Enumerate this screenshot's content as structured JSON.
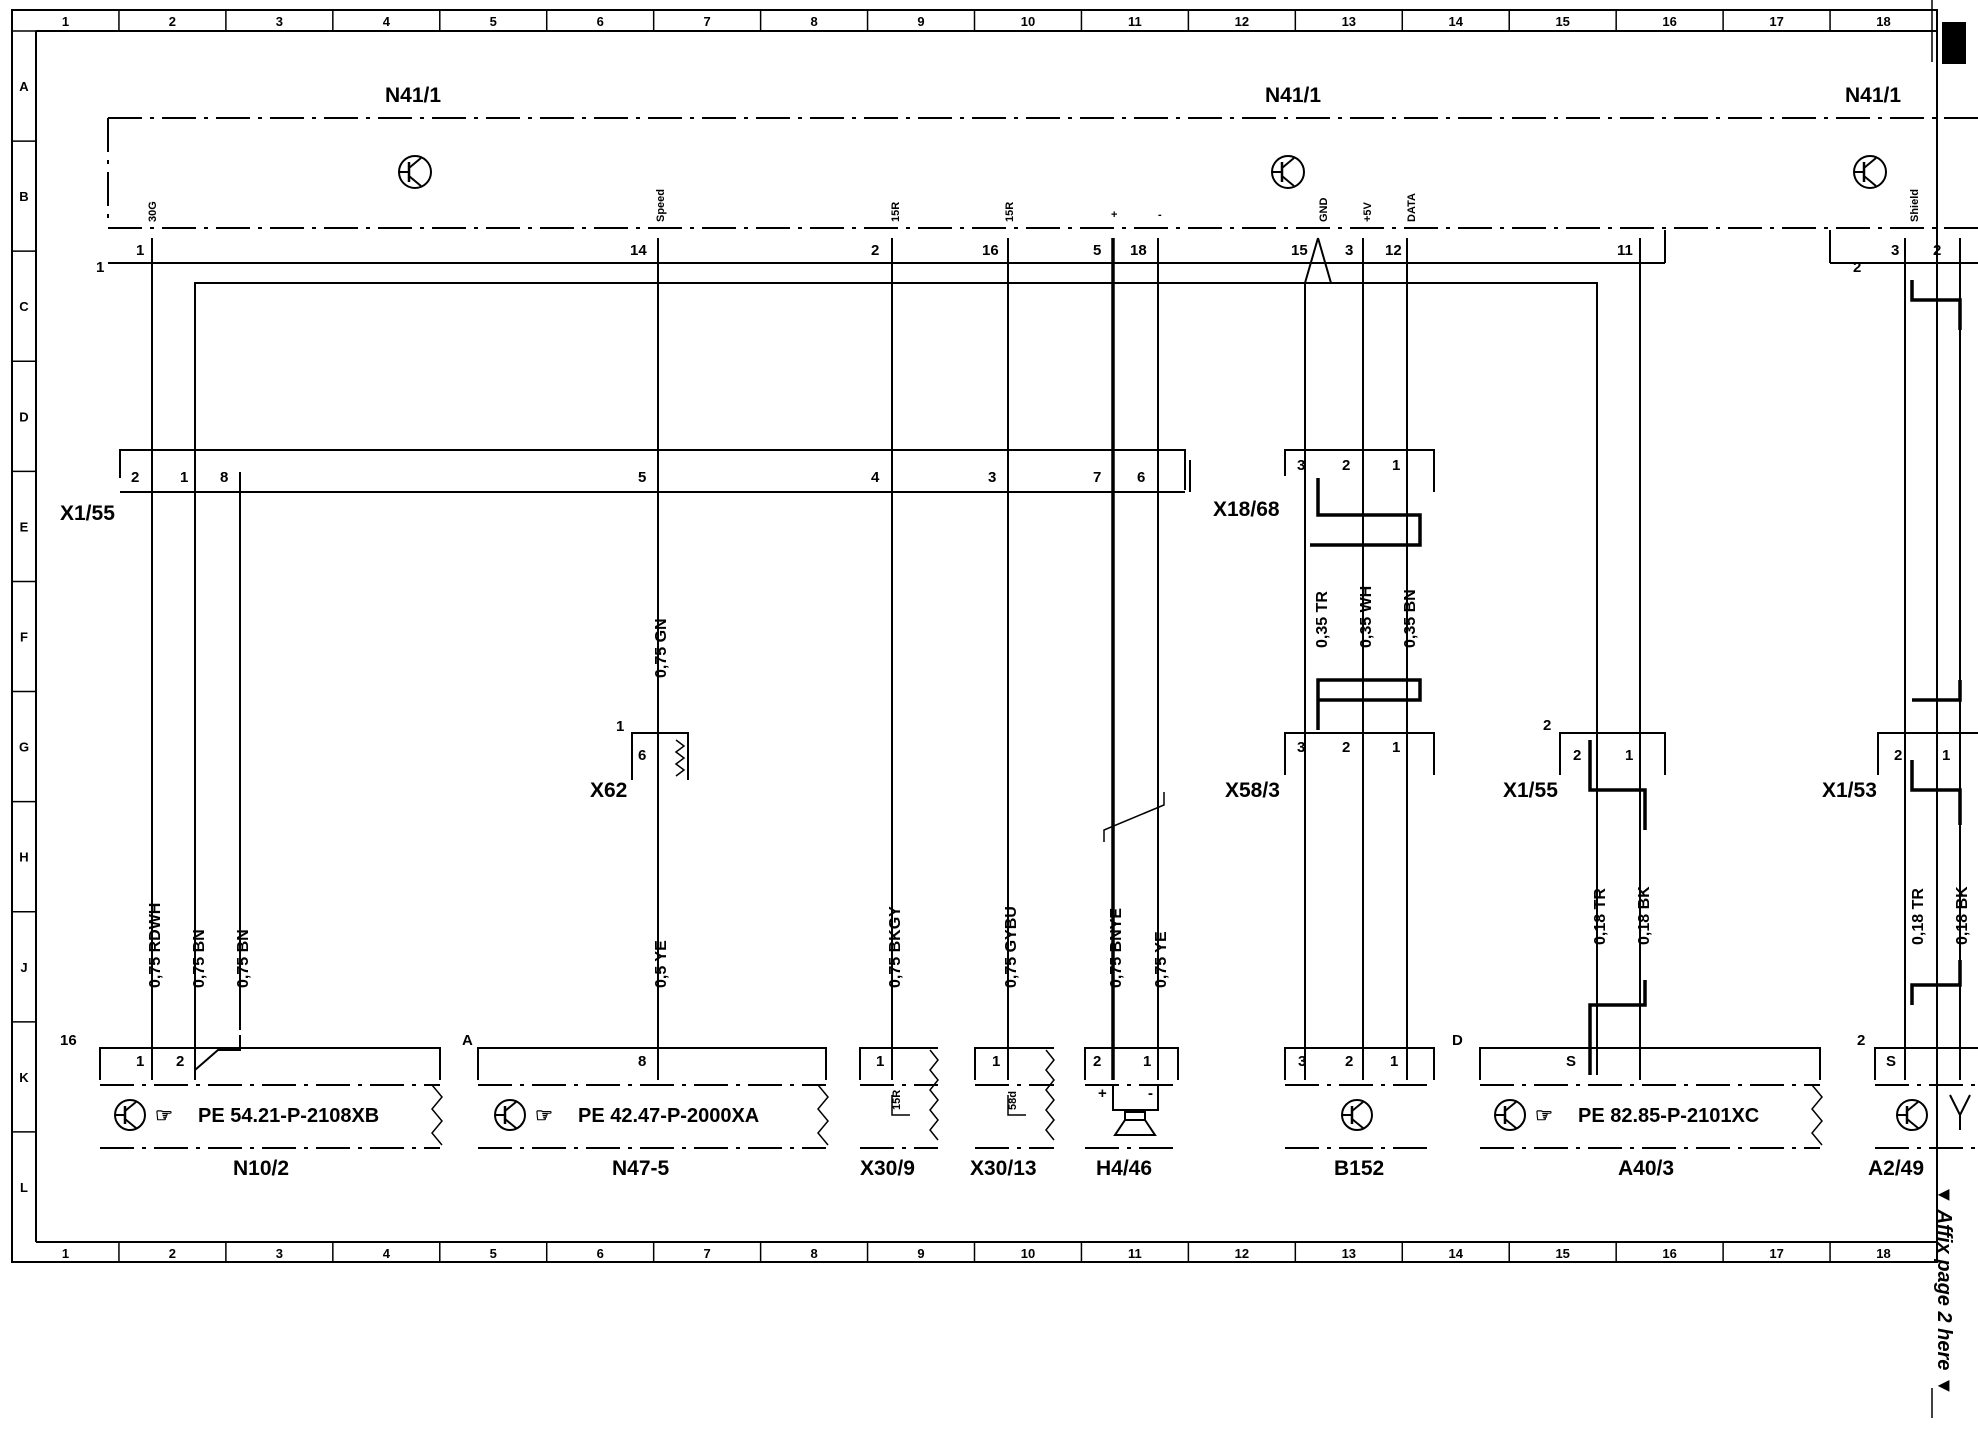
{
  "ruler": {
    "columns": [
      "1",
      "2",
      "3",
      "4",
      "5",
      "6",
      "7",
      "8",
      "9",
      "10",
      "11",
      "12",
      "13",
      "14",
      "15",
      "16",
      "17",
      "18"
    ],
    "rows": [
      "A",
      "B",
      "C",
      "D",
      "E",
      "F",
      "G",
      "H",
      "J",
      "K",
      "L"
    ]
  },
  "module": {
    "label": "N41/1",
    "signals": [
      {
        "name": "30G",
        "pin": "1"
      },
      {
        "name": "Speed",
        "pin": "14"
      },
      {
        "name": "15R",
        "pin": "2"
      },
      {
        "name": "15R",
        "pin": "16"
      },
      {
        "name": "+",
        "pin": "5"
      },
      {
        "name": "-",
        "pin": "18"
      },
      {
        "name": "GND",
        "pin": "15"
      },
      {
        "name": "+5V",
        "pin": "3"
      },
      {
        "name": "DATA",
        "pin": "12"
      },
      {
        "name": "",
        "pin": "11"
      },
      {
        "name": "Shield",
        "pin": "3"
      },
      {
        "name": "",
        "pin": "2"
      }
    ]
  },
  "connectors": {
    "x1_55_top": {
      "label": "X1/55",
      "pins": [
        "2",
        "1",
        "8",
        "5",
        "4",
        "3",
        "7",
        "6"
      ]
    },
    "x18_68": {
      "label": "X18/68",
      "pins": [
        "3",
        "2",
        "1"
      ]
    },
    "x62": {
      "label": "X62",
      "pin": "6",
      "num": "1"
    },
    "x58_3": {
      "label": "X58/3",
      "pins": [
        "3",
        "2",
        "1"
      ]
    },
    "x1_55_right": {
      "label": "X1/55",
      "pins": [
        "2",
        "1"
      ],
      "num": "2"
    },
    "x1_53": {
      "label": "X1/53",
      "pins": [
        "2",
        "1"
      ]
    }
  },
  "wires": [
    "0,75 RDWH",
    "0,75 BN",
    "0,75 BN",
    "0,5 YE",
    "0,75 GN",
    "0,75 BKGY",
    "0,75 GYBU",
    "0,75 BNYE",
    "0,75 YE",
    "0,35 TR",
    "0,35 WH",
    "0,35 BN",
    "0,18 TR",
    "0,18 BK",
    "0,18 TR",
    "0,18 BK"
  ],
  "components": [
    {
      "label": "N10/2",
      "ref": "PE 54.21-P-2108XB",
      "pins": [
        "1",
        "2"
      ],
      "num": "16"
    },
    {
      "label": "N47-5",
      "ref": "PE 42.47-P-2000XA",
      "pins": [
        "8"
      ],
      "num": "A"
    },
    {
      "label": "X30/9",
      "pins": [
        "1"
      ],
      "sig": "15R"
    },
    {
      "label": "X30/13",
      "pins": [
        "1"
      ],
      "sig": "58d"
    },
    {
      "label": "H4/46",
      "pins": [
        "2",
        "1"
      ],
      "plus": "+",
      "minus": "-"
    },
    {
      "label": "B152",
      "pins": [
        "3",
        "2",
        "1"
      ]
    },
    {
      "label": "A40/3",
      "ref": "PE 82.85-P-2101XC",
      "pins": [
        "S"
      ],
      "num": "D"
    },
    {
      "label": "A2/49",
      "pins": [
        "S"
      ],
      "num": "2"
    }
  ],
  "extra": {
    "c_num": "1",
    "c_num2": "2"
  },
  "affix_note": "▼ Affix page 2 here ▼"
}
